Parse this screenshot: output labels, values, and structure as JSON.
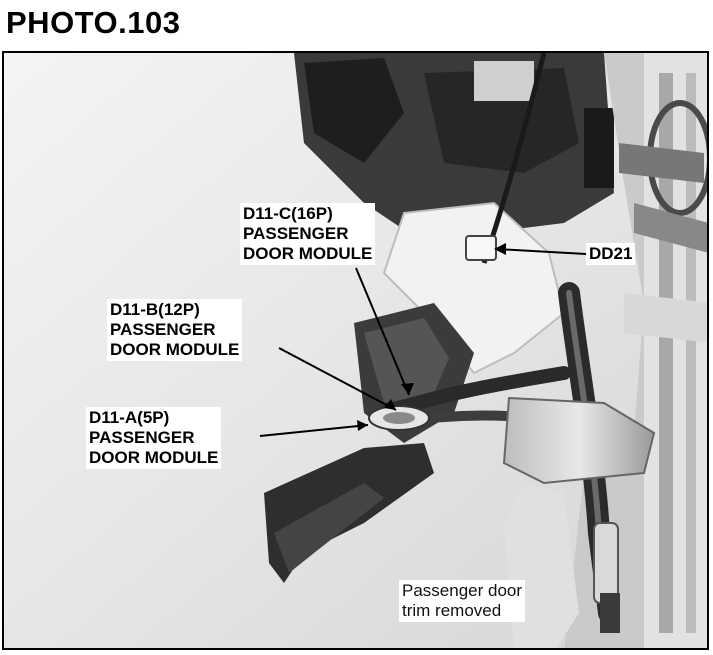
{
  "title": "PHOTO.103",
  "labels": {
    "d11c": {
      "line1": "D11-C(16P)",
      "line2": "PASSENGER",
      "line3": "DOOR MODULE"
    },
    "d11b": {
      "line1": "D11-B(12P)",
      "line2": "PASSENGER",
      "line3": "DOOR MODULE"
    },
    "d11a": {
      "line1": "D11-A(5P)",
      "line2": "PASSENGER",
      "line3": "DOOR MODULE"
    },
    "dd21": "DD21"
  },
  "caption": {
    "line1": "Passenger door",
    "line2": "trim removed"
  }
}
